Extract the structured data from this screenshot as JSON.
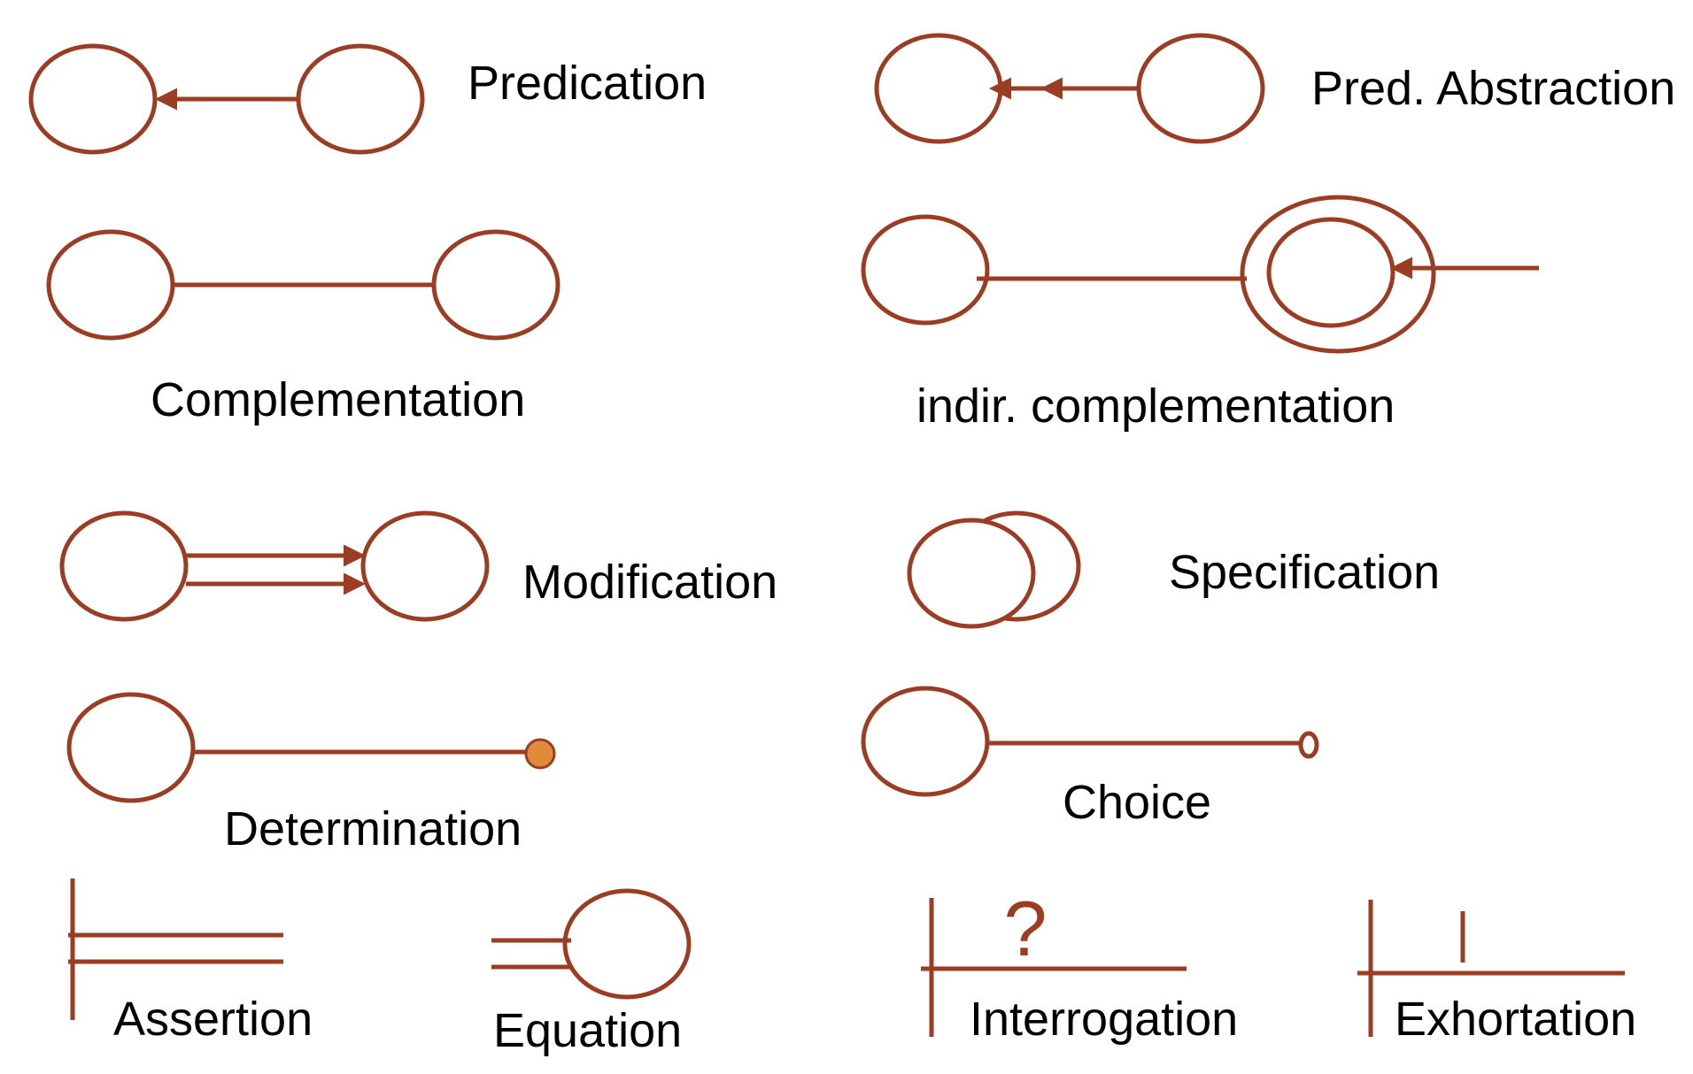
{
  "colors": {
    "stroke": "#9a3d22",
    "dot_fill": "#e08a3c",
    "dot_stroke": "#9a3d22",
    "label": "#000000",
    "background": "#ffffff"
  },
  "labels": {
    "predication": "Predication",
    "pred_abstraction": "Pred. Abstraction",
    "complementation": "Complementation",
    "indir_complementation": "indir. complementation",
    "modification": "Modification",
    "specification": "Specification",
    "determination": "Determination",
    "choice": "Choice",
    "assertion": "Assertion",
    "equation": "Equation",
    "interrogation": "Interrogation",
    "interrogation_mark": "?",
    "exhortation": "Exhortation"
  }
}
